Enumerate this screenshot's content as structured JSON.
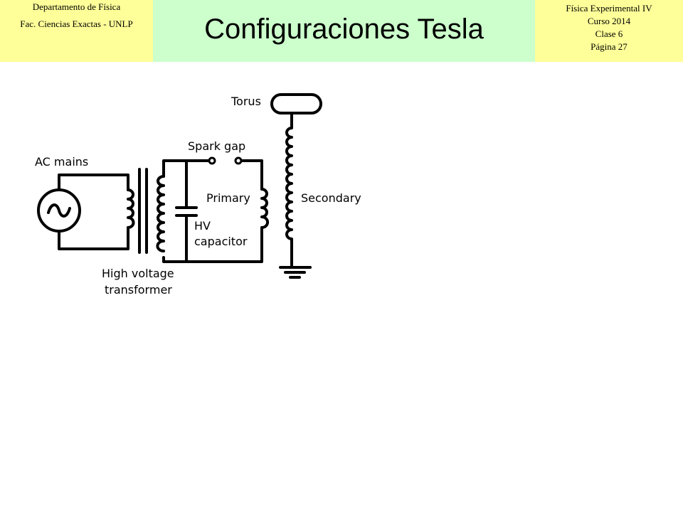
{
  "header": {
    "left": {
      "line1": "Departamento de Física",
      "line2": "Fac. Ciencias Exactas - UNLP"
    },
    "title": "Configuraciones Tesla",
    "right": {
      "course": "Física Experimental IV",
      "year": "Curso 2014",
      "class": "Clase 6",
      "page": "Página 27"
    }
  },
  "diagram": {
    "labels": {
      "torus": "Torus",
      "spark_gap": "Spark gap",
      "ac_mains": "AC mains",
      "primary": "Primary",
      "secondary": "Secondary",
      "hv_line1": "HV",
      "hv_line2": "capacitor",
      "transformer_line1": "High voltage",
      "transformer_line2": "transformer"
    }
  },
  "colors": {
    "header_yellow": "#ffff99",
    "header_green": "#ccffcc"
  }
}
